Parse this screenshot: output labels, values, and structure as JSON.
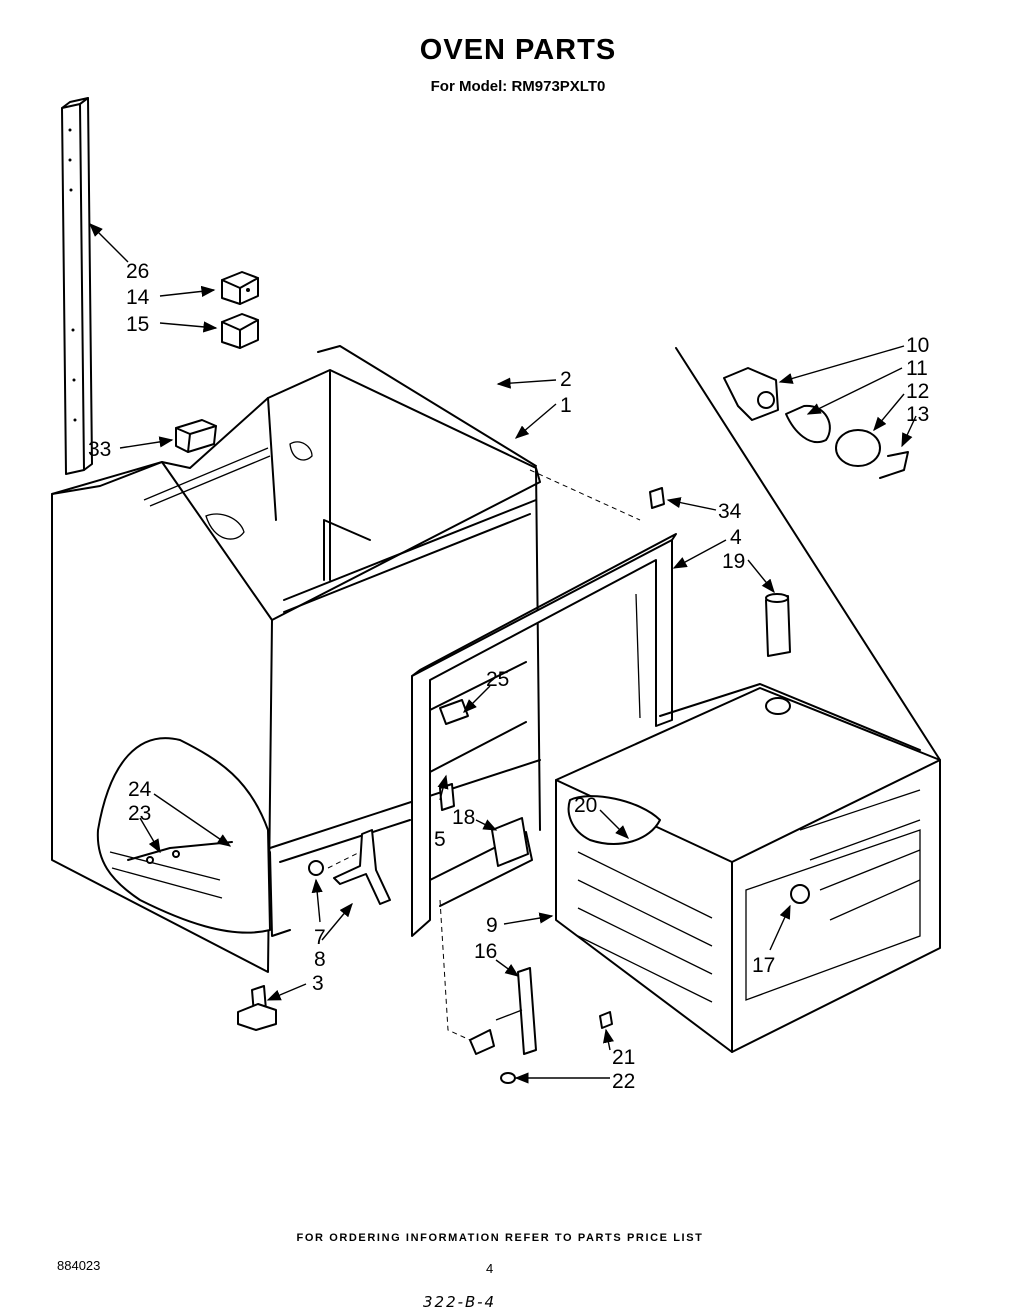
{
  "header": {
    "title": "OVEN PARTS",
    "subtitle": "For Model: RM973PXLT0"
  },
  "footer": {
    "ordering_note": "FOR ORDERING INFORMATION REFER TO PARTS PRICE LIST",
    "document_number": "884023",
    "page_number": "4",
    "handwritten_code": "322-B-4"
  },
  "callouts": {
    "c1": "1",
    "c2": "2",
    "c3": "3",
    "c4": "4",
    "c5": "5",
    "c7": "7",
    "c8": "8",
    "c9": "9",
    "c10": "10",
    "c11": "11",
    "c12": "12",
    "c13": "13",
    "c14": "14",
    "c15": "15",
    "c16": "16",
    "c17": "17",
    "c18": "18",
    "c19": "19",
    "c20": "20",
    "c21": "21",
    "c22": "22",
    "c23": "23",
    "c24": "24",
    "c25": "25",
    "c26": "26",
    "c33": "33",
    "c34": "34"
  }
}
